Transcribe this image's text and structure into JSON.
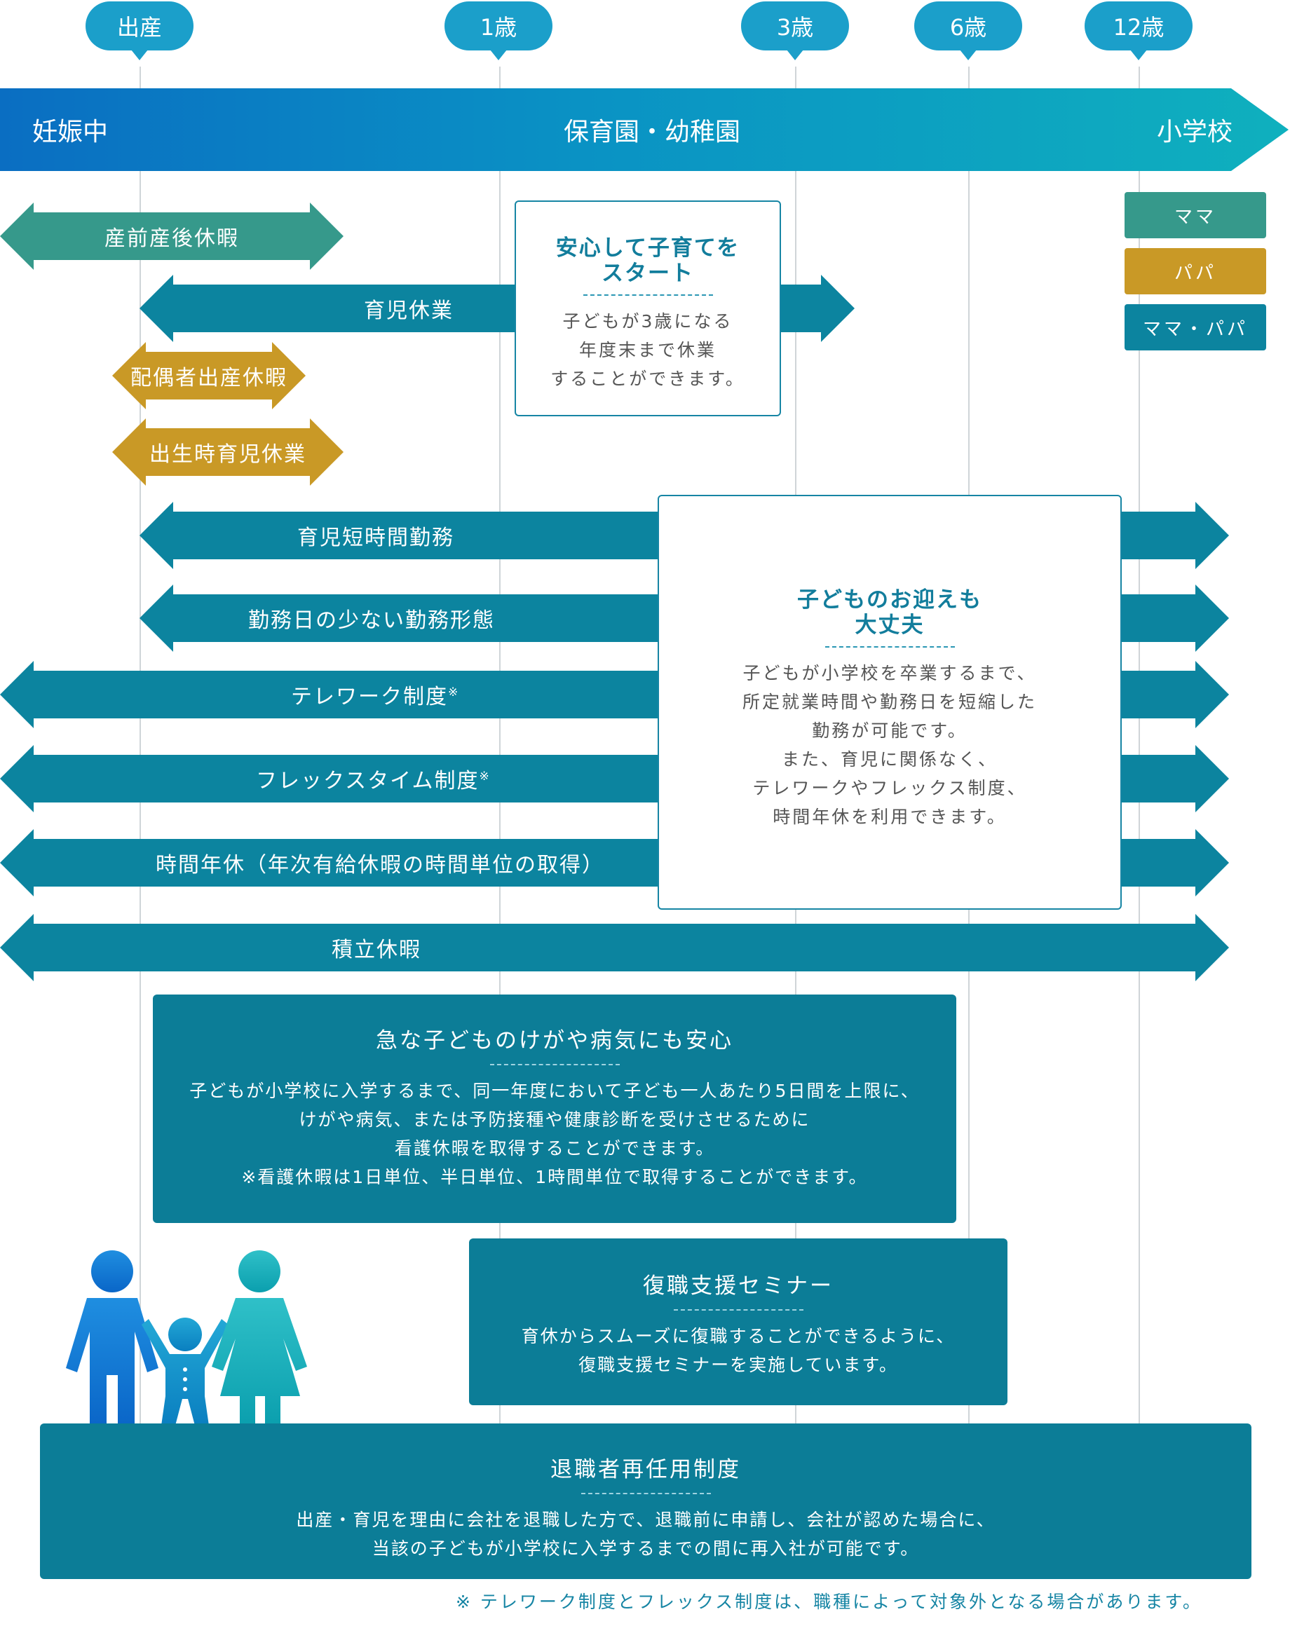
{
  "milestones": [
    {
      "label": "出産"
    },
    {
      "label": "1歳"
    },
    {
      "label": "3歳"
    },
    {
      "label": "6歳"
    },
    {
      "label": "12歳"
    }
  ],
  "timeline": {
    "start": "妊娠中",
    "middle": "保育園・幼稚園",
    "end": "小学校"
  },
  "legend": [
    {
      "label": "ママ",
      "color": "#36998b"
    },
    {
      "label": "パパ",
      "color": "#c99926"
    },
    {
      "label": "ママ・パパ",
      "color": "#0c849f"
    }
  ],
  "bars": {
    "maternity_leave": "産前産後休暇",
    "childcare_leave": "育児休業",
    "spouse_birth_leave": "配偶者出産休暇",
    "postbirth_childcare_leave": "出生時育児休業",
    "short_hours": "育児短時間勤務",
    "fewer_days": "勤務日の少ない勤務形態",
    "telework": "テレワーク制度",
    "flextime": "フレックスタイム制度",
    "hourly_leave": "時間年休（年次有給休暇の時間単位の取得）",
    "accumulated_leave": "積立休暇",
    "mark": "※"
  },
  "callout_start": {
    "title1": "安心して子育てを",
    "title2": "スタート",
    "body": [
      "子どもが3歳になる",
      "年度末まで休業",
      "することができます。"
    ]
  },
  "callout_pickup": {
    "title1": "子どものお迎えも",
    "title2": "大丈夫",
    "body": [
      "子どもが小学校を卒業するまで、",
      "所定就業時間や勤務日を短縮した",
      "勤務が可能です。",
      "また、育児に関係なく、",
      "テレワークやフレックス制度、",
      "時間年休を利用できます。"
    ]
  },
  "panel_sick": {
    "title": "急な子どものけがや病気にも安心",
    "body": [
      "子どもが小学校に入学するまで、同一年度において子ども一人あたり5日間を上限に、",
      "けがや病気、または予防接種や健康診断を受けさせるために",
      "看護休暇を取得することができます。",
      "※看護休暇は1日単位、半日単位、1時間単位で取得することができます。"
    ]
  },
  "panel_seminar": {
    "title": "復職支援セミナー",
    "body": [
      "育休からスムーズに復職することができるように、",
      "復職支援セミナーを実施しています。"
    ]
  },
  "panel_rehire": {
    "title": "退職者再任用制度",
    "body": [
      "出産・育児を理由に会社を退職した方で、退職前に申請し、会社が認めた場合に、",
      "当該の子どもが小学校に入学するまでの間に再入社が可能です。"
    ]
  },
  "footnote": "※ テレワーク制度とフレックス制度は、職種によって対象外となる場合があります。"
}
